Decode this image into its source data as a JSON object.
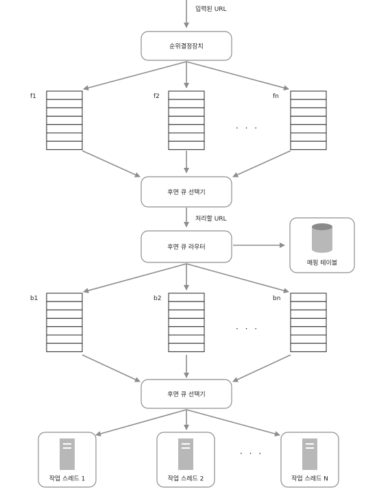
{
  "input_label": "입력된 URL",
  "prioritizer": "순위결정장치",
  "front_queues": [
    "f1",
    "f2",
    "fn"
  ],
  "front_ellipsis": "· · ·",
  "back_selector_1": "후면 큐 선택기",
  "process_label": "처리할 URL",
  "back_router": "후면 큐 라우터",
  "mapping_table": "매핑 테이블",
  "back_queues": [
    "b1",
    "b2",
    "bn"
  ],
  "back_ellipsis": "· · ·",
  "back_selector_2": "후면 큐 선택기",
  "workers": [
    "작업 스레드 1",
    "작업 스레드 2",
    "작업 스레드 N"
  ],
  "worker_ellipsis": "· · ·",
  "colors": {
    "stroke": "#8c8c8c",
    "icon": "#b8b8b8",
    "icon_dark": "#8a8a8a"
  }
}
